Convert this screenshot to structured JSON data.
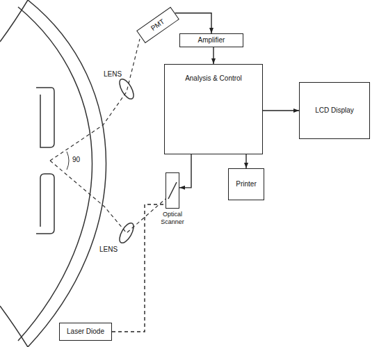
{
  "diagram": {
    "nodes": [
      {
        "text": [
          "PMT"
        ]
      },
      {
        "text": [
          "Amplifier"
        ]
      },
      {
        "text": [
          "Analysis & Control"
        ]
      },
      {
        "text": [
          "LCD Display"
        ]
      },
      {
        "text": [
          "Optical Scanner"
        ]
      },
      {
        "text": [
          "Printer"
        ]
      },
      {
        "text": [
          "Laser Diode"
        ]
      }
    ],
    "edges": [
      {
        "from": 0,
        "to": 1,
        "arrow": "to"
      },
      {
        "from": 1,
        "to": 2,
        "arrow": "to"
      },
      {
        "from": 2,
        "to": 3,
        "arrow": "to"
      },
      {
        "from": 2,
        "to": 4,
        "arrow": "to"
      },
      {
        "from": 2,
        "to": 5,
        "arrow": "to"
      },
      {
        "from": 6,
        "to": 4,
        "arrow": "none"
      }
    ],
    "labels": [
      "LENS",
      "LENS",
      "90"
    ]
  }
}
